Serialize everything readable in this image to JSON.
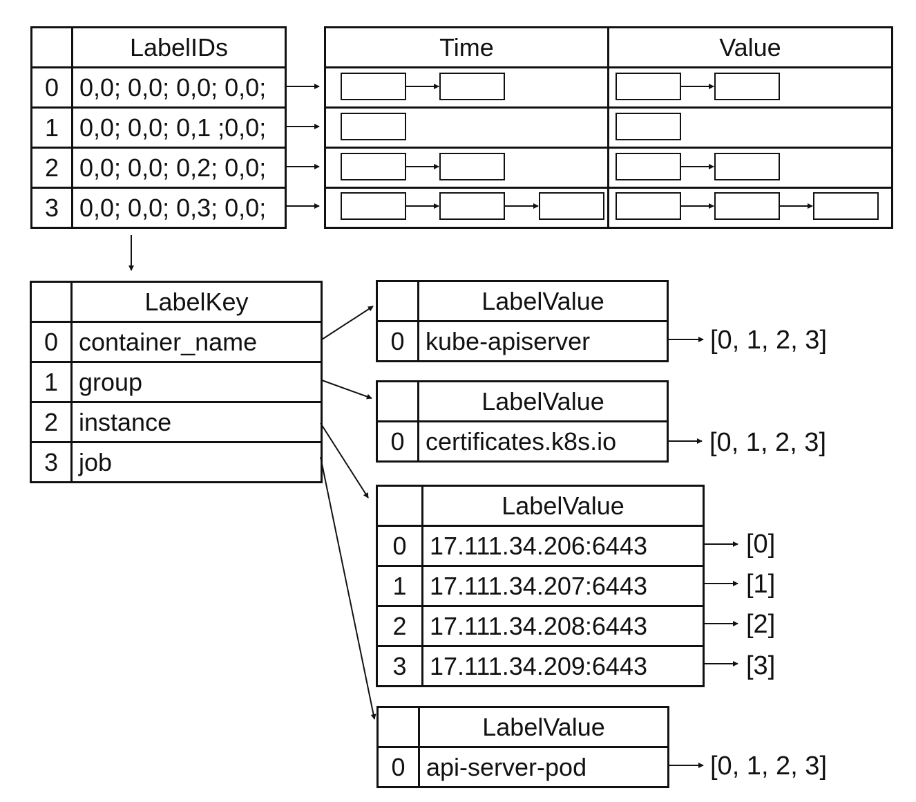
{
  "series_table": {
    "index_header": "",
    "header": "LabelIDs",
    "rows": [
      {
        "index": "0",
        "label_ids": "0,0; 0,0; 0,0; 0,0;",
        "chunks": 2
      },
      {
        "index": "1",
        "label_ids": "0,0; 0,0; 0,1 ;0,0;",
        "chunks": 1
      },
      {
        "index": "2",
        "label_ids": "0,0; 0,0; 0,2; 0,0;",
        "chunks": 2
      },
      {
        "index": "3",
        "label_ids": "0,0; 0,0; 0,3; 0,0;",
        "chunks": 3
      }
    ]
  },
  "data_table": {
    "headers": [
      "Time",
      "Value"
    ]
  },
  "label_key_table": {
    "index_header": "",
    "header": "LabelKey",
    "rows": [
      {
        "index": "0",
        "key": "container_name"
      },
      {
        "index": "1",
        "key": "group"
      },
      {
        "index": "2",
        "key": "instance"
      },
      {
        "index": "3",
        "key": "job"
      }
    ]
  },
  "label_value_tables": [
    {
      "header": "LabelValue",
      "rows": [
        {
          "index": "0",
          "value": "kube-apiserver",
          "postings": "[0, 1, 2, 3]"
        }
      ]
    },
    {
      "header": "LabelValue",
      "rows": [
        {
          "index": "0",
          "value": "certificates.k8s.io",
          "postings": "[0, 1, 2, 3]"
        }
      ]
    },
    {
      "header": "LabelValue",
      "rows": [
        {
          "index": "0",
          "value": "17.111.34.206:6443",
          "postings": "[0]"
        },
        {
          "index": "1",
          "value": "17.111.34.207:6443",
          "postings": "[1]"
        },
        {
          "index": "2",
          "value": "17.111.34.208:6443",
          "postings": "[2]"
        },
        {
          "index": "3",
          "value": "17.111.34.209:6443",
          "postings": "[3]"
        }
      ]
    },
    {
      "header": "LabelValue",
      "rows": [
        {
          "index": "0",
          "value": "api-server-pod",
          "postings": "[0, 1, 2, 3]"
        }
      ]
    }
  ],
  "colors": {
    "line": "#111111",
    "background": "#ffffff"
  }
}
